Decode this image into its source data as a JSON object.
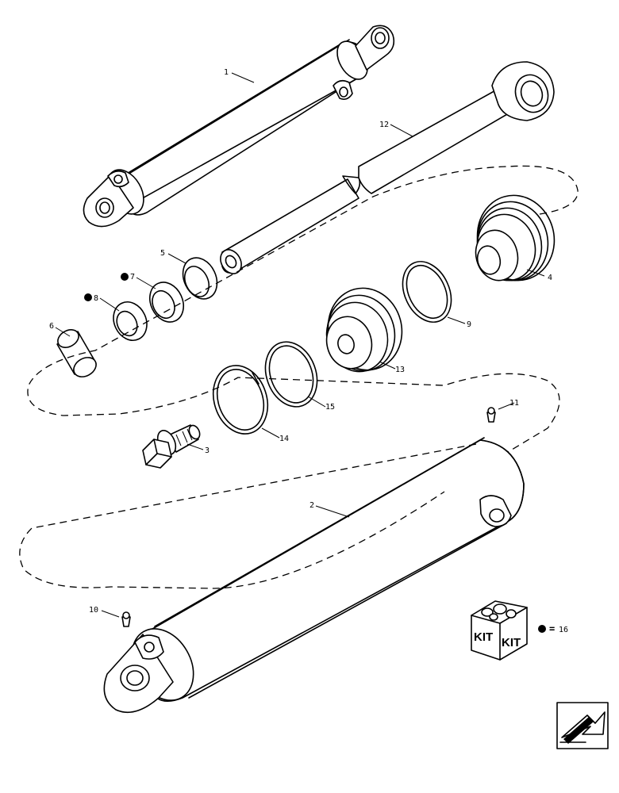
{
  "callouts": {
    "c1": "1",
    "c2": "2",
    "c3": "3",
    "c4": "4",
    "c5": "5",
    "c6": "6",
    "c7": "7",
    "c8": "8",
    "c9": "9",
    "c10": "10",
    "c11": "11",
    "c12": "12",
    "c13": "13",
    "c14": "14",
    "c15": "15"
  },
  "kit": {
    "label_left": "KIT",
    "label_right": "KIT",
    "legend_symbol": "=",
    "legend_ref": "16"
  },
  "icons": {
    "kit": "kit-box-icon",
    "nav": "next-page-arrow-icon",
    "kit_marker": "black-dot-icon"
  }
}
